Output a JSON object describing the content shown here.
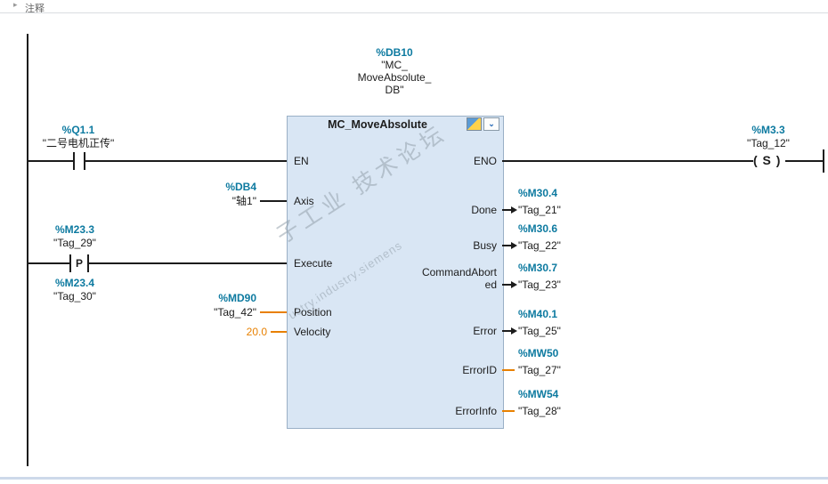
{
  "comment": {
    "label": "注释",
    "collapse_icon": "▸"
  },
  "db_header": {
    "address": "%DB10",
    "line1": "\"MC_",
    "line2": "MoveAbsolute_",
    "line3": "DB\""
  },
  "block": {
    "title": "MC_MoveAbsolute"
  },
  "pins": {
    "en": "EN",
    "eno": "ENO",
    "axis": "Axis",
    "execute": "Execute",
    "position": "Position",
    "velocity": "Velocity",
    "done": "Done",
    "busy": "Busy",
    "command_aborted_line1": "CommandAbort",
    "command_aborted_line2": "ed",
    "error": "Error",
    "error_id": "ErrorID",
    "error_info": "ErrorInfo"
  },
  "contacts": {
    "q1_1": {
      "address": "%Q1.1",
      "name": "\"二号电机正传\""
    },
    "m23_3": {
      "address": "%M23.3",
      "name": "\"Tag_29\""
    },
    "m23_4": {
      "address": "%M23.4",
      "name": "\"Tag_30\""
    },
    "edge_symbol": "P"
  },
  "coil": {
    "address": "%M3.3",
    "name": "\"Tag_12\"",
    "symbol": "( S )"
  },
  "inputs": {
    "axis": {
      "address": "%DB4",
      "name": "\"轴1\""
    },
    "position": {
      "address": "%MD90",
      "name": "\"Tag_42\""
    },
    "velocity_value": "20.0"
  },
  "outputs": {
    "done": {
      "address": "%M30.4",
      "name": "\"Tag_21\""
    },
    "busy": {
      "address": "%M30.6",
      "name": "\"Tag_22\""
    },
    "command_aborted": {
      "address": "%M30.7",
      "name": "\"Tag_23\""
    },
    "error": {
      "address": "%M40.1",
      "name": "\"Tag_25\""
    },
    "error_id": {
      "address": "%MW50",
      "name": "\"Tag_27\""
    },
    "error_info": {
      "address": "%MW54",
      "name": "\"Tag_28\""
    }
  },
  "watermark": {
    "line1": "子工业 技术论坛",
    "line2": "ustry.industry.siemens"
  },
  "colors": {
    "address": "#0d7aa0",
    "constant": "#e88000",
    "block_fill": "#d9e6f4"
  }
}
